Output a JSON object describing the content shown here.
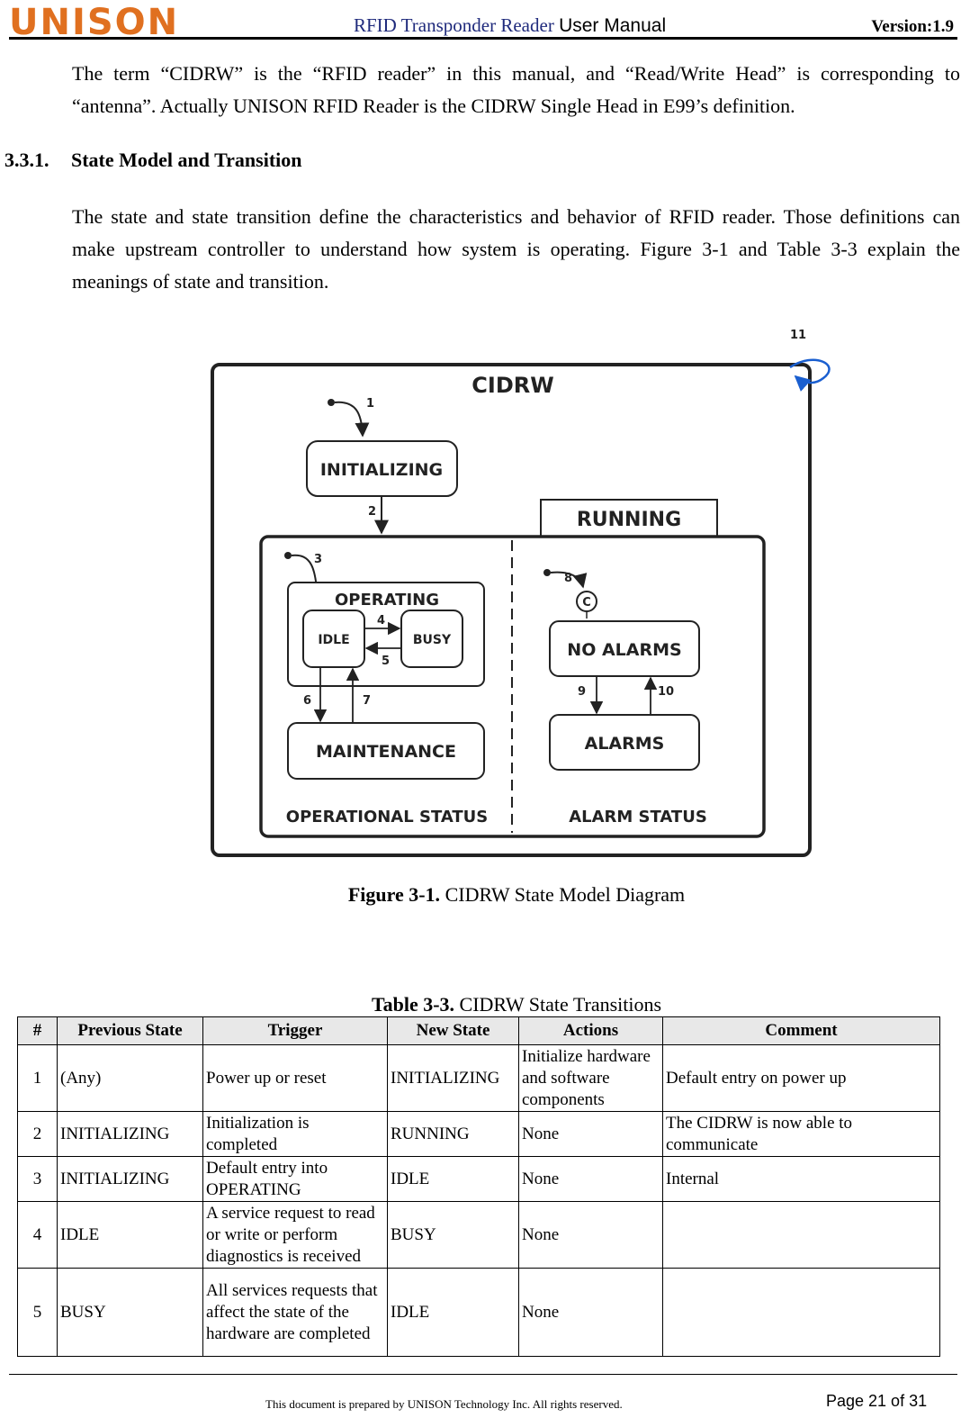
{
  "header": {
    "logo": "UNISON",
    "doc_title": "RFID Transponder Reader",
    "doc_subtitle": "User Manual",
    "version": "Version:1.9"
  },
  "intro": "The term “CIDRW” is the “RFID reader” in this manual, and “Read/Write Head” is corresponding to “antenna”. Actually UNISON RFID Reader is the CIDRW Single Head in E99’s definition.",
  "section": {
    "number": "3.3.1.",
    "title": "State Model and Transition",
    "body": "The state and state transition define the characteristics and behavior of RFID reader. Those definitions can make upstream controller to understand how system is operating. Figure 3-1 and Table 3-3 explain the meanings of state and transition."
  },
  "diagram": {
    "title": "CIDRW",
    "running": "RUNNING",
    "initializing": "INITIALIZING",
    "operating": "OPERATING",
    "idle": "IDLE",
    "busy": "BUSY",
    "maintenance": "MAINTENANCE",
    "no_alarms": "NO ALARMS",
    "alarms": "ALARMS",
    "operational_status": "OPERATIONAL STATUS",
    "alarm_status": "ALARM STATUS",
    "conditional": "C",
    "transition_numbers": [
      "1",
      "2",
      "3",
      "4",
      "5",
      "6",
      "7",
      "8",
      "9",
      "10",
      "11"
    ]
  },
  "figure_caption": {
    "label": "Figure 3-1.",
    "text": "CIDRW State Model Diagram"
  },
  "table_caption": {
    "label": "Table 3-3.",
    "text": "CIDRW State Transitions"
  },
  "table": {
    "headers": [
      "#",
      "Previous State",
      "Trigger",
      "New State",
      "Actions",
      "Comment"
    ],
    "rows": [
      [
        "1",
        "(Any)",
        "Power up or reset",
        "INITIALIZING",
        "Initialize hardware and software components",
        "Default entry on power up"
      ],
      [
        "2",
        "INITIALIZING",
        "Initialization is completed",
        "RUNNING",
        "None",
        "The CIDRW is now able to communicate"
      ],
      [
        "3",
        "INITIALIZING",
        "Default entry into OPERATING",
        "IDLE",
        "None",
        "Internal"
      ],
      [
        "4",
        "IDLE",
        "A service request to read or write or perform diagnostics is received",
        "BUSY",
        "None",
        ""
      ],
      [
        "5",
        "BUSY",
        "All services requests that affect the state of the hardware are completed",
        "IDLE",
        "None",
        ""
      ]
    ]
  },
  "footer": {
    "notice": "This document is prepared by UNISON Technology Inc.  All rights reserved.",
    "page": "Page 21 of 31"
  },
  "colors": {
    "logo_orange": "#e07020",
    "header_blue": "#1f2a7c",
    "arrow_blue": "#1a5fd0",
    "table_header_bg": "#e8e8e8"
  }
}
